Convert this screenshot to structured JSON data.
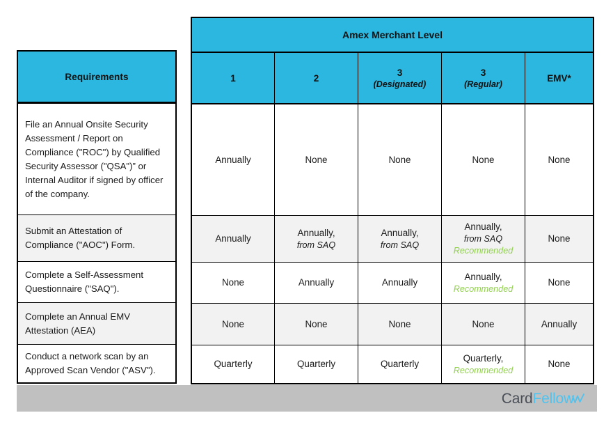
{
  "table": {
    "title": "Amex Merchant Level",
    "requirements_header": "Requirements",
    "levels": [
      {
        "main": "1",
        "sub": ""
      },
      {
        "main": "2",
        "sub": ""
      },
      {
        "main": "3",
        "sub": "(Designated)"
      },
      {
        "main": "3",
        "sub": "(Regular)"
      },
      {
        "main": "EMV*",
        "sub": ""
      }
    ],
    "rows": [
      {
        "requirement": "File an Annual Onsite Security Assessment / Report on Compliance (\"ROC\") by Qualified Security Assessor (\"QSA\")” or Internal Auditor if signed by officer of the company.",
        "cells": [
          {
            "main": "Annually",
            "sub": "",
            "note": ""
          },
          {
            "main": "None",
            "sub": "",
            "note": ""
          },
          {
            "main": "None",
            "sub": "",
            "note": ""
          },
          {
            "main": "None",
            "sub": "",
            "note": ""
          },
          {
            "main": "None",
            "sub": "",
            "note": ""
          }
        ]
      },
      {
        "requirement": "Submit an Attestation of Compliance (\"AOC\") Form.",
        "cells": [
          {
            "main": "Annually",
            "sub": "",
            "note": ""
          },
          {
            "main": "Annually,",
            "sub": "from SAQ",
            "note": ""
          },
          {
            "main": "Annually,",
            "sub": "from SAQ",
            "note": ""
          },
          {
            "main": "Annually,",
            "sub": "from SAQ",
            "note": "Recommended"
          },
          {
            "main": "None",
            "sub": "",
            "note": ""
          }
        ]
      },
      {
        "requirement": "Complete a Self-Assessment Questionnaire (\"SAQ\").",
        "cells": [
          {
            "main": "None",
            "sub": "",
            "note": ""
          },
          {
            "main": "Annually",
            "sub": "",
            "note": ""
          },
          {
            "main": "Annually",
            "sub": "",
            "note": ""
          },
          {
            "main": "Annually,",
            "sub": "",
            "note": "Recommended"
          },
          {
            "main": "None",
            "sub": "",
            "note": ""
          }
        ]
      },
      {
        "requirement": "Complete an Annual EMV Attestation (AEA)",
        "cells": [
          {
            "main": "None",
            "sub": "",
            "note": ""
          },
          {
            "main": "None",
            "sub": "",
            "note": ""
          },
          {
            "main": "None",
            "sub": "",
            "note": ""
          },
          {
            "main": "None",
            "sub": "",
            "note": ""
          },
          {
            "main": "Annually",
            "sub": "",
            "note": ""
          }
        ]
      },
      {
        "requirement": "Conduct a network scan by an Approved Scan Vendor (\"ASV\").",
        "cells": [
          {
            "main": "Quarterly",
            "sub": "",
            "note": ""
          },
          {
            "main": "Quarterly",
            "sub": "",
            "note": ""
          },
          {
            "main": "Quarterly",
            "sub": "",
            "note": ""
          },
          {
            "main": "Quarterly,",
            "sub": "",
            "note": "Recommended"
          },
          {
            "main": "None",
            "sub": "",
            "note": ""
          }
        ]
      }
    ]
  },
  "footer": {
    "logo_primary": "Card",
    "logo_secondary": "Fellow"
  },
  "colors": {
    "header_blue": "#2bb7df",
    "recommended_green": "#92d050",
    "footer_gray": "#c0c0c0",
    "alt_row": "#f2f2f2",
    "logo_primary": "#4a4f58",
    "logo_secondary": "#4ec3ef"
  }
}
